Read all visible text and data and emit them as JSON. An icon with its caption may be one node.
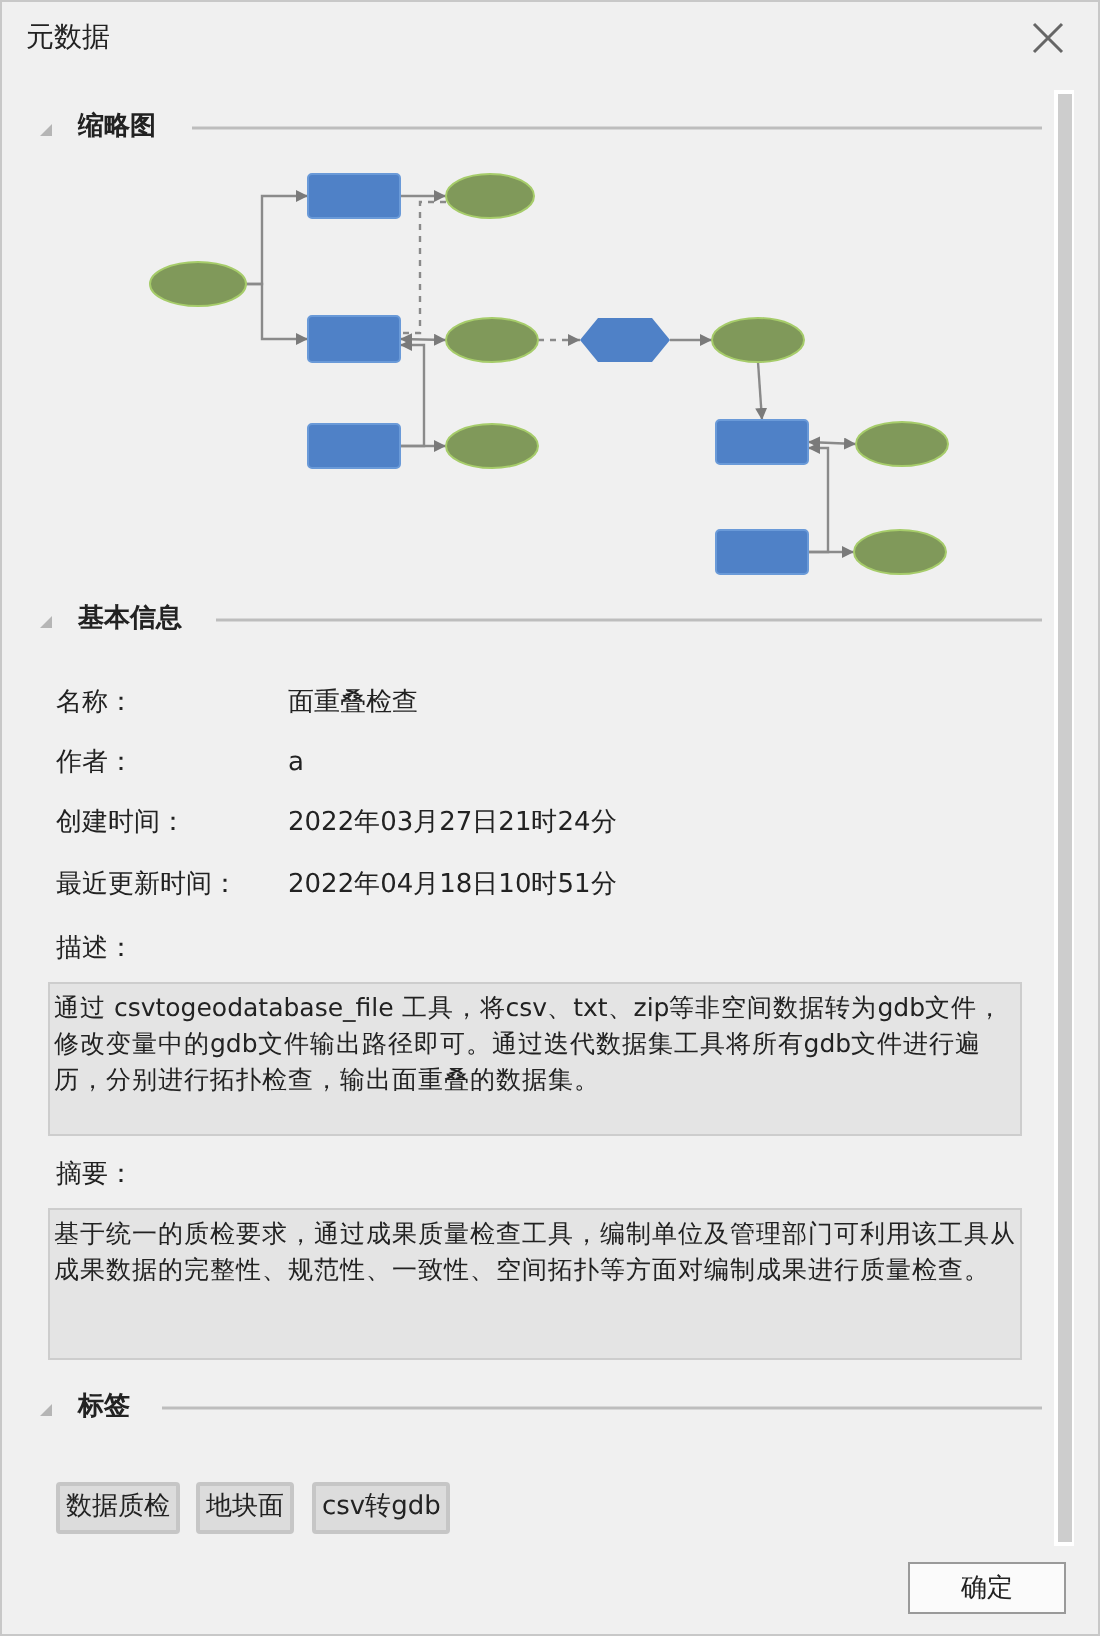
{
  "diagram": {
    "title": "元数据",
    "nodes": [
      {
        "text": [],
        "shape": "ellipse"
      },
      {
        "text": [],
        "shape": "box"
      },
      {
        "text": [],
        "shape": "ellipse"
      },
      {
        "text": [],
        "shape": "box"
      },
      {
        "text": [],
        "shape": "ellipse"
      },
      {
        "text": [],
        "shape": "hexagon"
      },
      {
        "text": [],
        "shape": "ellipse"
      },
      {
        "text": [],
        "shape": "box"
      },
      {
        "text": [],
        "shape": "ellipse"
      },
      {
        "text": [],
        "shape": "box"
      },
      {
        "text": [],
        "shape": "ellipse"
      },
      {
        "text": [],
        "shape": "box"
      },
      {
        "text": [],
        "shape": "ellipse"
      }
    ],
    "edges": [
      {
        "from": 0,
        "to": 1,
        "arrow": "to"
      },
      {
        "from": 0,
        "to": 3,
        "arrow": "to"
      },
      {
        "from": 1,
        "to": 2,
        "arrow": "to"
      },
      {
        "from": 2,
        "to": 3,
        "arrow": "none",
        "style": "dashed"
      },
      {
        "from": 3,
        "to": 4,
        "arrow": "both"
      },
      {
        "from": 7,
        "to": 8,
        "arrow": "to"
      },
      {
        "from": 7,
        "to": 3,
        "arrow": "to"
      },
      {
        "from": 4,
        "to": 5,
        "arrow": "to",
        "style": "dashed"
      },
      {
        "from": 5,
        "to": 6,
        "arrow": "to"
      },
      {
        "from": 6,
        "to": 9,
        "arrow": "to"
      },
      {
        "from": 9,
        "to": 10,
        "arrow": "both"
      },
      {
        "from": 11,
        "to": 12,
        "arrow": "to"
      },
      {
        "from": 11,
        "to": 9,
        "arrow": "to"
      }
    ],
    "labels": [
      "缩略图",
      "基本信息",
      "名称：",
      "面重叠检查",
      "作者：",
      "a",
      "创建时间：",
      "2022年03月27日21时24分",
      "最近更新时间：",
      "2022年04月18日10时51分",
      "描述：",
      "通过 csvtogeodatabase_file 工具，将csv、txt、zip等非空间数据转为gdb文件，修改变量中的gdb文件输出路径即可。通过迭代数据集工具将所有gdb文件进行遍历，分别进行拓扑检查，输出面重叠的数据集。",
      "摘要：",
      "基于统一的质检要求，通过成果质量检查工具，编制单位及管理部门可利用该工具从成果数据的完整性、规范性、一致性、空间拓扑等方面对编制成果进行质量检查。",
      "标签",
      "数据质检",
      "地块面",
      "csv转gdb",
      "确定"
    ]
  }
}
